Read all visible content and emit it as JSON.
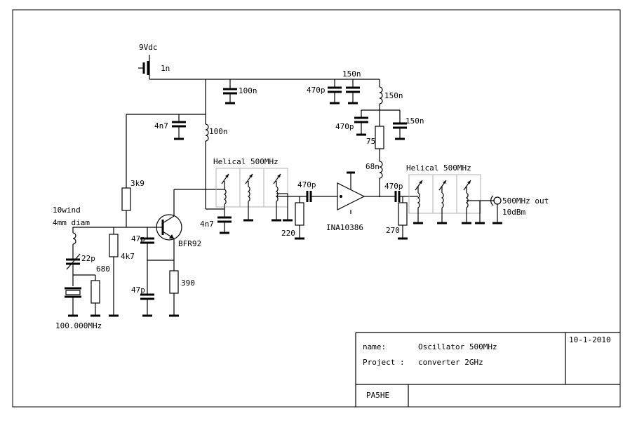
{
  "schematic": {
    "supply": "9Vdc",
    "feedthrough_cap": "1n",
    "coil_note_line1": "10wind",
    "coil_note_line2": "4mm diam",
    "crystal_freq": "100.000MHz",
    "transistor": "BFR92",
    "amplifier": "INA10386",
    "filter1": "Helical 500MHz",
    "filter2": "Helical 500MHz",
    "output_line1": "500MHz out",
    "output_line2": "10dBm",
    "parts": {
      "c_100n_top": "100n",
      "c_470p_top": "470p",
      "c_150n_top": "150n",
      "l_150n_a": "150n",
      "c_470p_mid": "470p",
      "c_150n_mid": "150n",
      "r_75": "75",
      "l_68n": "68n",
      "c_4n7_left": "4n7",
      "l_100n": "100n",
      "r_3k9": "3k9",
      "c_22p": "22p",
      "r_680": "680",
      "r_4k7": "4k7",
      "c_47p_a": "47p",
      "c_47p_b": "47p",
      "r_390": "390",
      "c_4n7_bottom": "4n7",
      "c_470p_coupling1": "470p",
      "r_220": "220",
      "c_470p_coupling2": "470p",
      "r_270": "270"
    }
  },
  "title_block": {
    "name_label": "name:",
    "name_value": "Oscillator 500MHz",
    "project_label": "Project :",
    "project_value": "converter 2GHz",
    "date": "10-1-2010",
    "author": "PA5HE"
  }
}
